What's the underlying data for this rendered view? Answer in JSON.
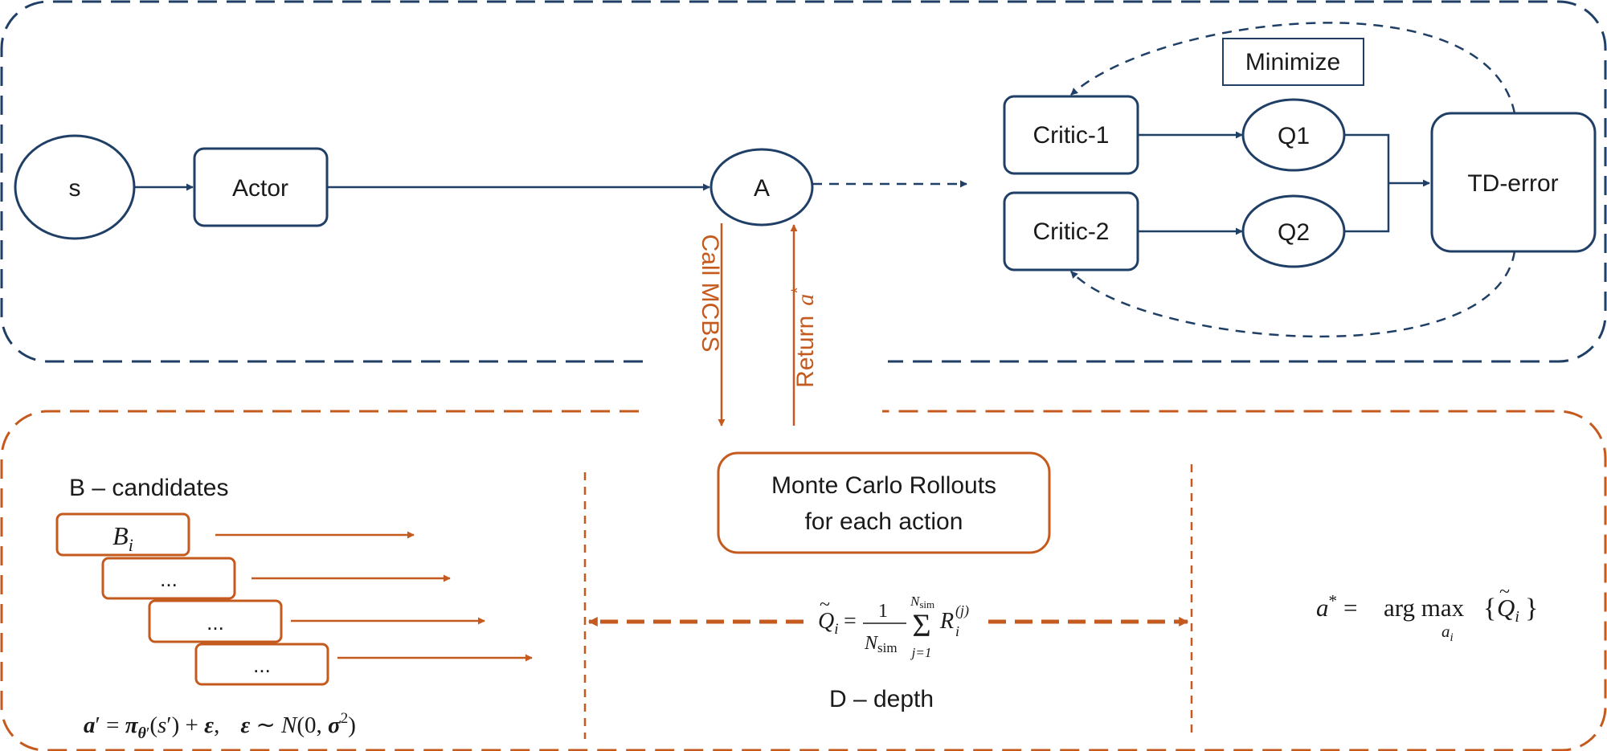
{
  "colors": {
    "navy": "#1f3f66",
    "orange": "#c55a1e",
    "text": "#1a1a1a"
  },
  "top_module": {
    "nodes": {
      "s": "s",
      "actor": "Actor",
      "a": "A",
      "critic1": "Critic-1",
      "critic2": "Critic-2",
      "q1": "Q1",
      "q2": "Q2",
      "td_error": "TD-error"
    },
    "minimize_label": "Minimize"
  },
  "links": {
    "call_label": "Call MCBS",
    "return_label": "Return",
    "return_symbol": "a",
    "return_symbol_sup": "*"
  },
  "bottom_module": {
    "candidates_title": "B – candidates",
    "candidate_first_base": "B",
    "candidate_first_sub": "i",
    "candidate_items": [
      "...",
      "...",
      "..."
    ],
    "policy_formula": {
      "a": "a",
      "prime": "′",
      "eq": " = ",
      "pi": "π",
      "theta": "θ",
      "arg_open": "(",
      "s": "s",
      "arg_close": ")",
      "plus": " + ",
      "eps1": "ε",
      "comma": ",",
      "eps2": "ε",
      "sim": " ∼ ",
      "N": "N",
      "normal_args": "(0, ",
      "sigma": "σ",
      "two": "2",
      "close": ")"
    },
    "rollouts_line1": "Monte Carlo Rollouts",
    "rollouts_line2": "for each action",
    "q_formula": {
      "Q": "Q",
      "tilde": "~",
      "i": "i",
      "eq": " = ",
      "numerator": "1",
      "denom_N": "N",
      "denom_sub": "sim",
      "sigma": "Σ",
      "upper_N": "N",
      "upper_sub": "sim",
      "lower": "j=1",
      "R": "R",
      "R_sub": "i",
      "R_sup": "(j)"
    },
    "depth_label": "D – depth",
    "argmax_formula": {
      "a": "a",
      "star": "*",
      "eq": " = ",
      "argmax": "arg max",
      "under": "a",
      "under_sub": "i",
      "lbrace": "{",
      "Q": "Q",
      "tilde": "~",
      "Q_sub": "i",
      "rbrace": "}"
    }
  }
}
